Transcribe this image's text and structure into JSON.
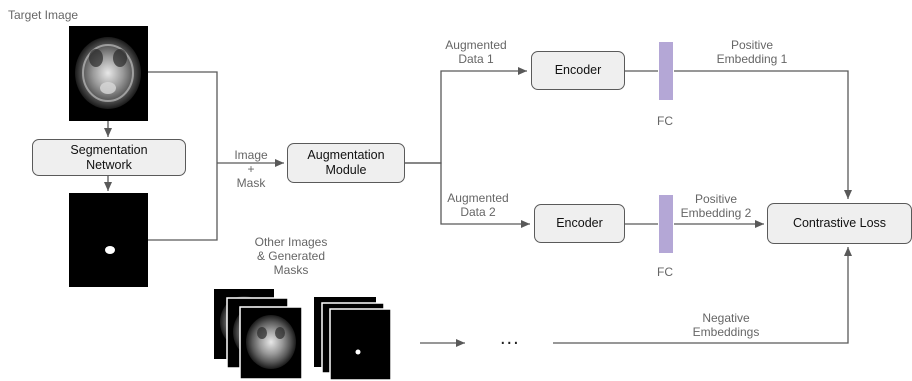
{
  "labels": {
    "target_image": "Target Image",
    "image_mask": [
      "Image",
      "+",
      "Mask"
    ],
    "other_images": [
      "Other Images",
      "& Generated",
      "Masks"
    ],
    "aug_data_1": [
      "Augmented",
      "Data 1"
    ],
    "aug_data_2": [
      "Augmented",
      "Data 2"
    ],
    "pos_emb_1": [
      "Positive",
      "Embedding 1"
    ],
    "pos_emb_2": [
      "Positive",
      "Embedding 2"
    ],
    "neg_emb": [
      "Negative",
      "Embeddings"
    ],
    "fc_top": "FC",
    "fc_bottom": "FC",
    "ellipsis": "..."
  },
  "boxes": {
    "segmentation_network": [
      "Segmentation",
      "Network"
    ],
    "augmentation_module": [
      "Augmentation",
      "Module"
    ],
    "encoder_top": "Encoder",
    "encoder_bottom": "Encoder",
    "contrastive_loss": "Contrastive Loss"
  },
  "colors": {
    "box_fill": "#efefef",
    "box_border": "#5a5a5a",
    "fc_fill": "#b4a7d6",
    "line": "#595959",
    "label_text": "#666666"
  }
}
